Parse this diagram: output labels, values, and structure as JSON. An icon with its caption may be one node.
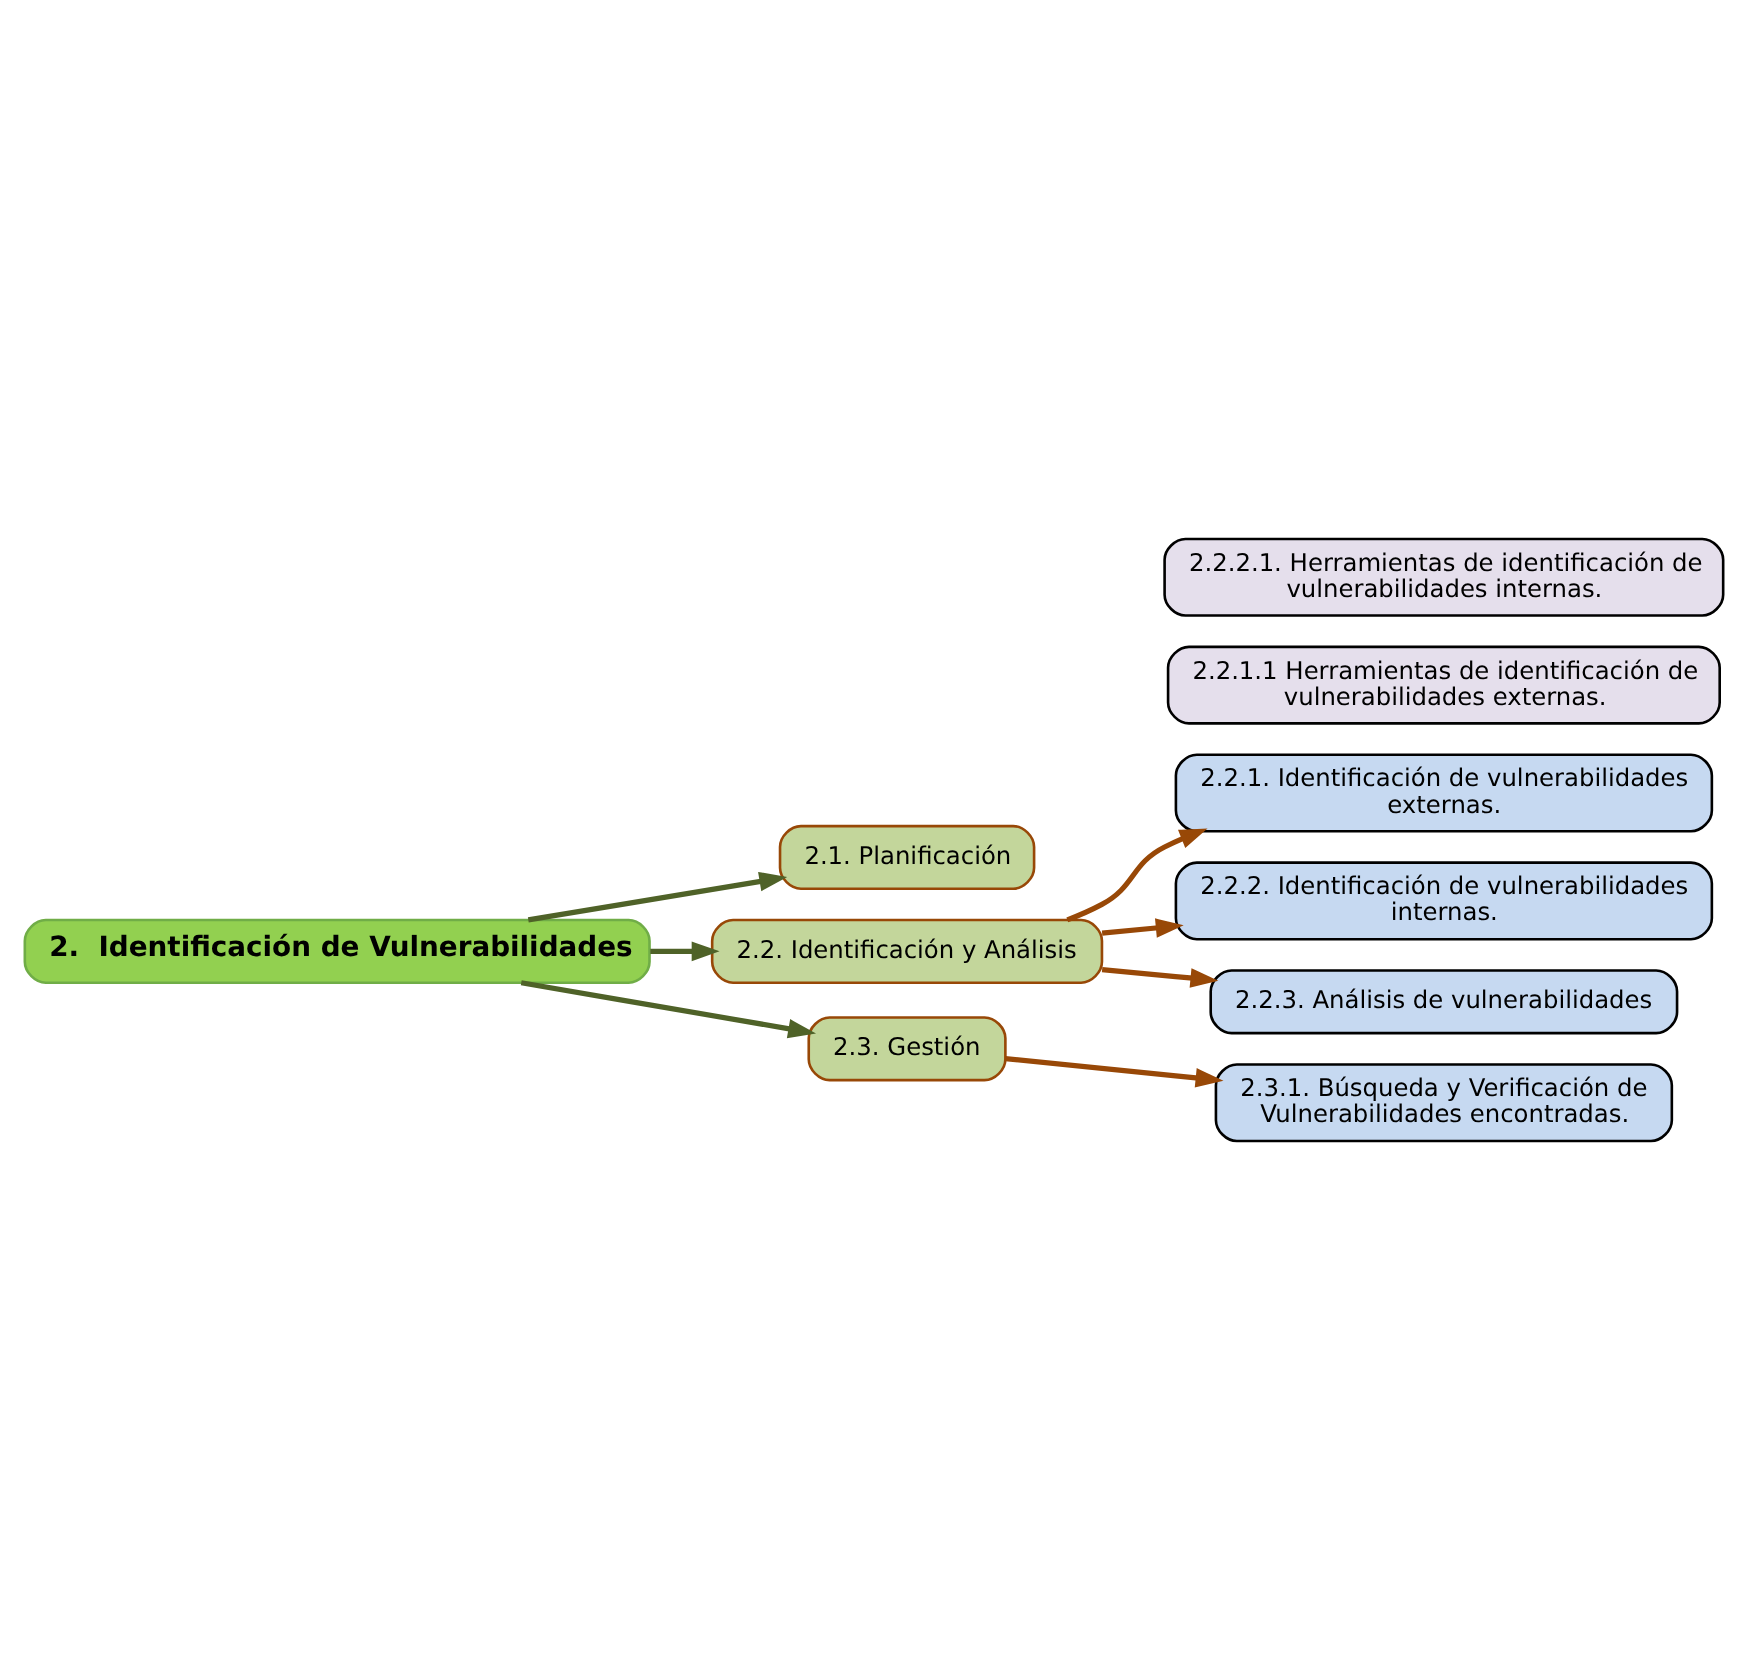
{
  "diagram": {
    "nodes": [
      {
        "text": [
          "2.  Identificación de Vulnerabilidades"
        ]
      },
      {
        "text": [
          "2.1. Planificación"
        ]
      },
      {
        "text": [
          "2.2. Identificación y Análisis"
        ]
      },
      {
        "text": [
          "2.2.1. Identificación de vulnerabilidades externas."
        ]
      },
      {
        "text": [
          "2.2.1.1 Herramientas de identificación de vulnerabilidades externas."
        ]
      },
      {
        "text": [
          "2.2.2. Identificación de vulnerabilidades internas."
        ]
      },
      {
        "text": [
          "2.2.2.1. Herramientas de identificación de vulnerabilidades internas."
        ]
      },
      {
        "text": [
          "2.2.3. Análisis de vulnerabilidades"
        ]
      },
      {
        "text": [
          "2.3. Gestión"
        ]
      },
      {
        "text": [
          "2.3.1. Búsqueda y Verificación de Vulnerabilidades encontradas."
        ]
      }
    ],
    "edges": [
      {
        "from": 0,
        "to": 1,
        "arrow": "to",
        "color": "#4f6228"
      },
      {
        "from": 0,
        "to": 2,
        "arrow": "to",
        "color": "#4f6228"
      },
      {
        "from": 2,
        "to": 3,
        "arrow": "to"
      },
      {
        "from": 2,
        "to": 5,
        "arrow": "to"
      },
      {
        "from": 2,
        "to": 7,
        "arrow": "to"
      },
      {
        "from": 0,
        "to": 8,
        "arrow": "to",
        "color": "#4f6228"
      },
      {
        "from": 8,
        "to": 9,
        "arrow": "to"
      }
    ]
  }
}
